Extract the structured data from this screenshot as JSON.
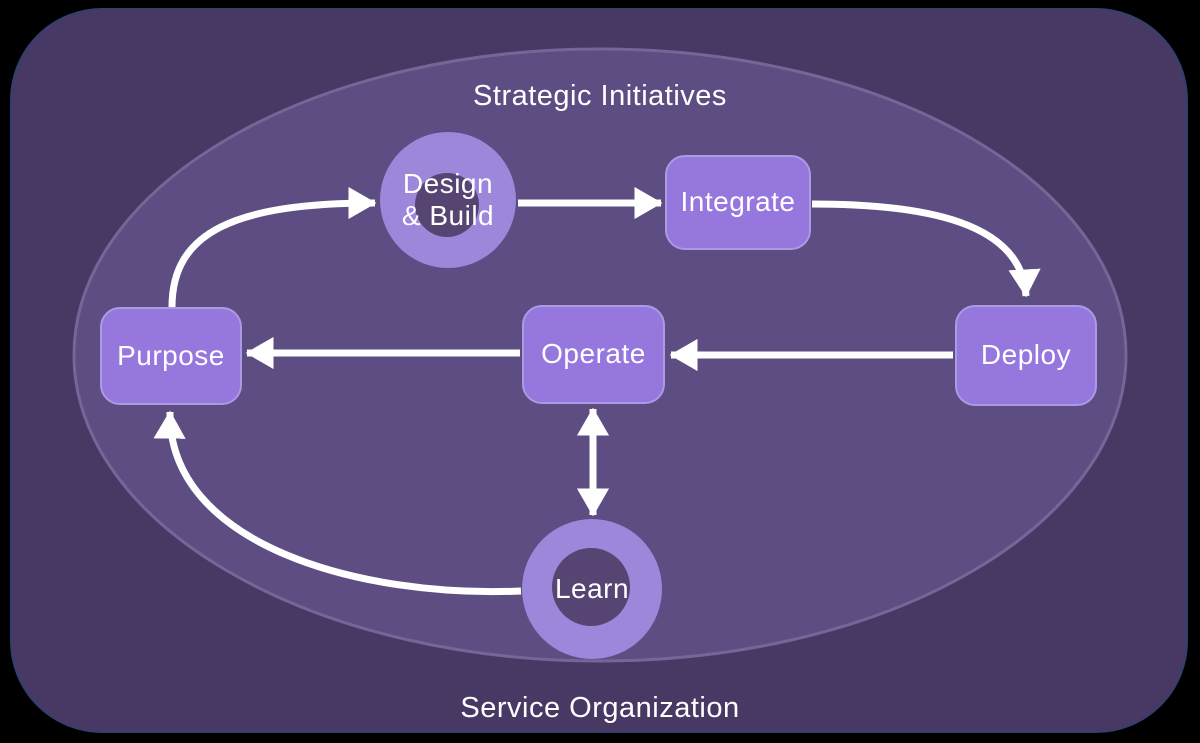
{
  "diagram": {
    "outer_scope_label": "Service Organization",
    "inner_scope_label": "Strategic Initiatives",
    "nodes": {
      "purpose": {
        "label": "Purpose",
        "shape": "rounded-rectangle"
      },
      "design_build": {
        "label": "Design & Build",
        "lines": [
          "Design",
          "& Build"
        ],
        "shape": "donut-circle"
      },
      "integrate": {
        "label": "Integrate",
        "shape": "rounded-rectangle"
      },
      "deploy": {
        "label": "Deploy",
        "shape": "rounded-rectangle"
      },
      "operate": {
        "label": "Operate",
        "shape": "rounded-rectangle"
      },
      "learn": {
        "label": "Learn",
        "shape": "donut-circle"
      }
    },
    "edges": [
      {
        "from": "Purpose",
        "to": "Design & Build",
        "style": "curved",
        "direction": "one-way"
      },
      {
        "from": "Design & Build",
        "to": "Integrate",
        "style": "straight",
        "direction": "one-way"
      },
      {
        "from": "Integrate",
        "to": "Deploy",
        "style": "curved",
        "direction": "one-way"
      },
      {
        "from": "Deploy",
        "to": "Operate",
        "style": "straight",
        "direction": "one-way"
      },
      {
        "from": "Operate",
        "to": "Purpose",
        "style": "straight",
        "direction": "one-way"
      },
      {
        "from": "Operate",
        "to": "Learn",
        "style": "straight",
        "direction": "two-way"
      },
      {
        "from": "Learn",
        "to": "Purpose",
        "style": "curved",
        "direction": "one-way"
      }
    ],
    "colors": {
      "background": "#000000",
      "organization_fill": "#473963",
      "organization_edge": "#32406d",
      "initiatives_fill": "#5d4d82",
      "initiatives_stroke": "#746698",
      "node_fill": "#9577de",
      "node_stroke": "#ab9ae4",
      "circle_fill": "#9d87da",
      "circle_hole": "#564573",
      "arrow": "#ffffff",
      "text": "#ffffff"
    }
  }
}
